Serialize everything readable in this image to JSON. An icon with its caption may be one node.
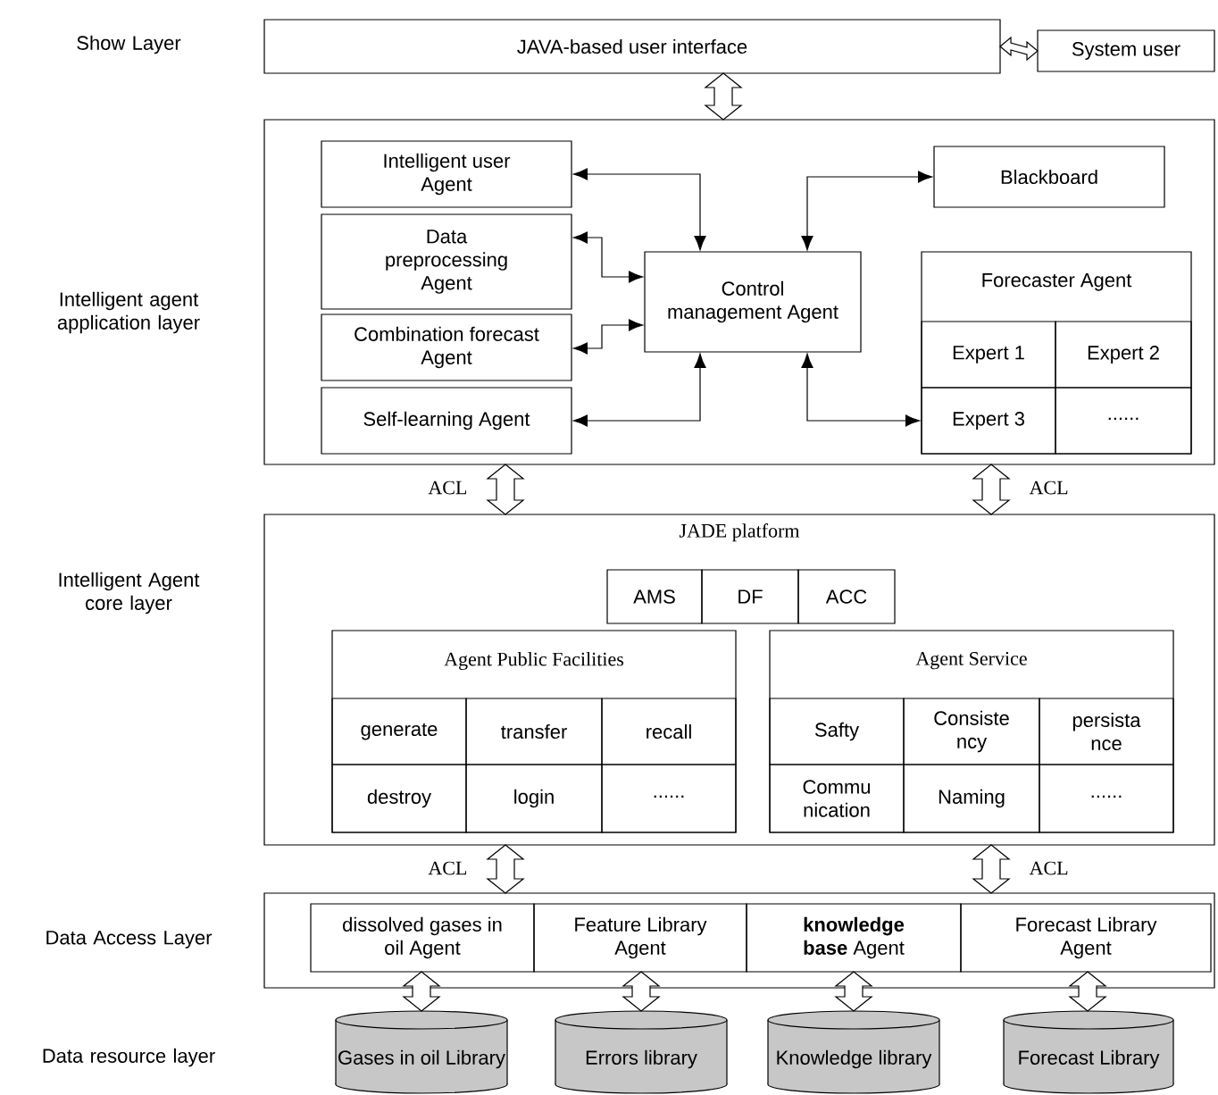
{
  "diagram": {
    "nodes": [
      {
        "text": [
          "JAVA-based user interface"
        ]
      },
      {
        "text": [
          "System user"
        ]
      },
      {
        "text": [],
        "shape": "box"
      },
      {
        "text": [
          "Intelligent user Agent"
        ],
        "in": 2
      },
      {
        "text": [
          "Data preprocessing Agent"
        ],
        "in": 2
      },
      {
        "text": [
          "Combination forecast Agent"
        ],
        "in": 2
      },
      {
        "text": [
          "Self-learning Agent"
        ],
        "in": 2
      },
      {
        "text": [
          "Control management Agent"
        ],
        "in": 2
      },
      {
        "text": [
          "Blackboard"
        ],
        "in": 2
      },
      {
        "text": [
          "Forecaster Agent"
        ],
        "in": 2
      },
      {
        "text": [
          "Expert 1"
        ],
        "in": 9
      },
      {
        "text": [
          "Expert 2"
        ],
        "in": 9
      },
      {
        "text": [
          "Expert 3"
        ],
        "in": 9
      },
      {
        "text": [
          "......"
        ],
        "in": 9
      },
      {
        "text": [
          "JADE platform"
        ]
      },
      {
        "text": [
          "AMS"
        ],
        "in": 14
      },
      {
        "text": [
          "DF"
        ],
        "in": 14
      },
      {
        "text": [
          "ACC"
        ],
        "in": 14
      },
      {
        "text": [
          "Agent Public Facilities"
        ],
        "in": 14
      },
      {
        "text": [
          "generate"
        ],
        "in": 18
      },
      {
        "text": [
          "transfer"
        ],
        "in": 18
      },
      {
        "text": [
          "recall"
        ],
        "in": 18
      },
      {
        "text": [
          "destroy"
        ],
        "in": 18
      },
      {
        "text": [
          "login"
        ],
        "in": 18
      },
      {
        "text": [
          "......"
        ],
        "in": 18
      },
      {
        "text": [
          "Agent Service"
        ],
        "in": 14
      },
      {
        "text": [
          "Safty"
        ],
        "in": 25
      },
      {
        "text": [
          "Consiste ncy"
        ],
        "in": 25
      },
      {
        "text": [
          "persista nce"
        ],
        "in": 25
      },
      {
        "text": [
          "Commu nication"
        ],
        "in": 25
      },
      {
        "text": [
          "Naming"
        ],
        "in": 25
      },
      {
        "text": [
          "......"
        ],
        "in": 25
      },
      {
        "text": [],
        "shape": "box"
      },
      {
        "text": [
          "dissolved gases in oil Agent"
        ],
        "in": 32
      },
      {
        "text": [
          "Feature Library Agent"
        ],
        "in": 32
      },
      {
        "text": [
          "**knowledge base** Agent"
        ],
        "in": 32
      },
      {
        "text": [
          "Forecast Library Agent"
        ],
        "in": 32
      },
      {
        "text": [
          "Gases in oil Library"
        ]
      },
      {
        "text": [
          "Errors library"
        ]
      },
      {
        "text": [
          "Knowledge library"
        ]
      },
      {
        "text": [
          "Forecast Library"
        ]
      }
    ],
    "edges": [
      {
        "from": 0,
        "to": 1,
        "arrow": "both",
        "style": "thick"
      },
      {
        "from": 0,
        "to": 2,
        "arrow": "both",
        "style": "thick"
      },
      {
        "from": 3,
        "to": 7,
        "arrow": "both"
      },
      {
        "from": 4,
        "to": 7,
        "arrow": "both"
      },
      {
        "from": 5,
        "to": 7,
        "arrow": "both"
      },
      {
        "from": 6,
        "to": 7,
        "arrow": "both"
      },
      {
        "from": 8,
        "to": 7,
        "arrow": "both"
      },
      {
        "from": 12,
        "to": 7,
        "arrow": "both"
      },
      {
        "from": 2,
        "to": 14,
        "arrow": "both",
        "style": "thick",
        "label": "ACL"
      },
      {
        "from": 2,
        "to": 14,
        "arrow": "both",
        "style": "thick",
        "label": "ACL"
      },
      {
        "from": 14,
        "to": 32,
        "arrow": "both",
        "style": "thick",
        "label": "ACL"
      },
      {
        "from": 14,
        "to": 32,
        "arrow": "both",
        "style": "thick",
        "label": "ACL"
      },
      {
        "from": 33,
        "to": 37,
        "arrow": "both",
        "style": "thick"
      },
      {
        "from": 34,
        "to": 38,
        "arrow": "both",
        "style": "thick"
      },
      {
        "from": 35,
        "to": 39,
        "arrow": "both",
        "style": "thick"
      },
      {
        "from": 36,
        "to": 40,
        "arrow": "both",
        "style": "thick"
      }
    ],
    "labels": [
      "Show Layer",
      "Intelligent agent application layer",
      "Intelligent Agent core layer",
      "Data Access Layer",
      "Data resource layer"
    ]
  }
}
